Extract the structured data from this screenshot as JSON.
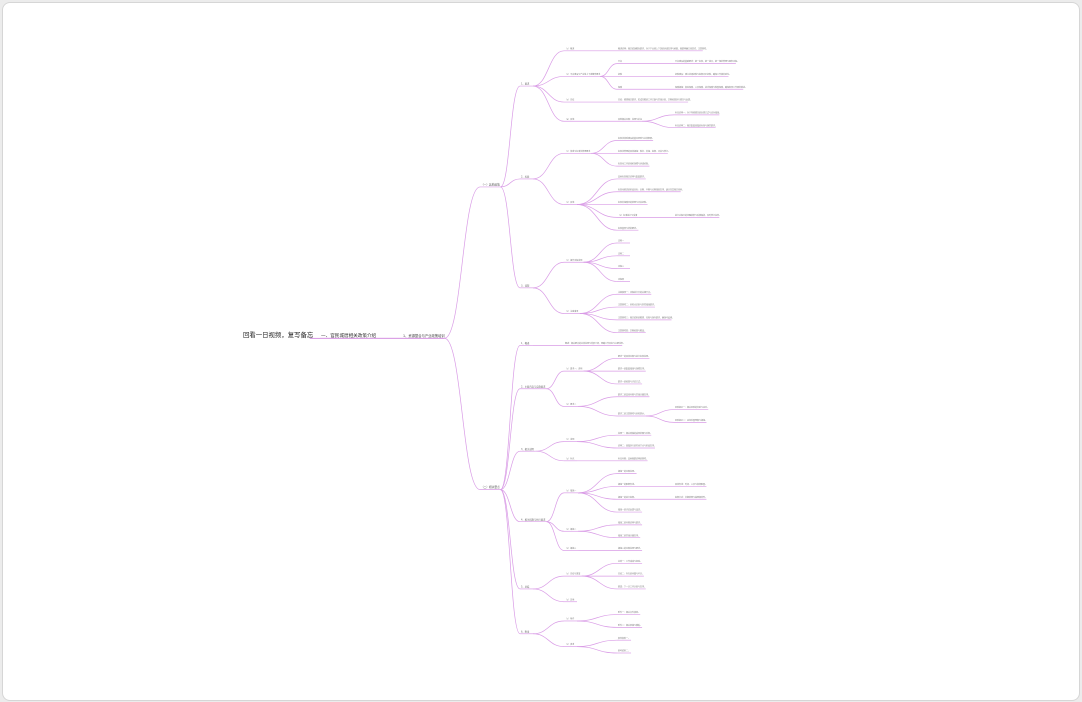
{
  "colors": {
    "line": "#c56ad8",
    "line_light": "#d99be6",
    "text": "#333333",
    "background": "#ffffff"
  },
  "root": {
    "label": "回看一日视频，复写备忘",
    "children": [
      {
        "label": "一、官民城厝相关政策介绍",
        "children": [
          {
            "label": "1、资源整合与产业政策培训",
            "children": [
              {
                "label": "（一）其他政策",
                "children": [
                  {
                    "label": "1、要求",
                    "children": [
                      {
                        "label": "（1）概述",
                        "children": [
                          {
                            "label": "概述说明：相关资源整合要求，对于产业链上下游的协调安排与统筹，需要明确主体责任，注意事项。"
                          }
                        ]
                      },
                      {
                        "label": "（2）平台建设与产业链上下游整合要求",
                        "children": [
                          {
                            "label": "平台",
                            "children": [
                              {
                                "label": "平台建设的基础要求：统一标准，统一接口，统一规范管理与服务流程。"
                              }
                            ]
                          },
                          {
                            "label": "机制",
                            "children": [
                              {
                                "label": "机制建设：建立协调机制与监督评价机制，确保工作落实到位。"
                              }
                            ]
                          },
                          {
                            "label": "保障",
                            "children": [
                              {
                                "label": "保障措施：资金保障、人员保障、技术保障与制度保障，确保各项工作顺利推进。"
                              }
                            ]
                          }
                        ]
                      },
                      {
                        "label": "（3）总结",
                        "children": [
                          {
                            "label": "总结：梳理相关要求，形成完整的工作方案与实施计划，定期检查执行情况与反馈。"
                          }
                        ]
                      },
                      {
                        "label": "（4）其他",
                        "children": [
                          {
                            "label": "其他相关内容：说明与补充",
                            "children": [
                              {
                                "label": "补充说明一：对于特殊情况的处理方式与应对措施。"
                              },
                              {
                                "label": "补充说明二：相关配套政策的衔接与落实要求。"
                              }
                            ]
                          }
                        ]
                      }
                    ]
                  },
                  {
                    "label": "2、标准",
                    "children": [
                      {
                        "label": "（1）体系与标准化管理要求",
                        "children": [
                          {
                            "label": "标准化体系建设的基本原则与总体框架。"
                          },
                          {
                            "label": "标准化管理的具体措施：制定、实施、监督、评估与修订。"
                          },
                          {
                            "label": "标准化工作的组织保障与协调机制。"
                          }
                        ]
                      },
                      {
                        "label": "（2）其他",
                        "children": [
                          {
                            "label": "其他标准相关说明与配套要求。"
                          },
                          {
                            "label": "标准化推进的阶段目标：近期、中期与长期规划安排，逐步完善相关体系。"
                          },
                          {
                            "label": "标准实施情况的检查与评估机制。"
                          },
                          {
                            "label": "（3）标准执行与反馈",
                            "children": [
                              {
                                "label": "执行过程中的问题收集与反馈渠道，及时修订完善。"
                              }
                            ]
                          },
                          {
                            "label": "标准宣贯与培训要求。"
                          }
                        ]
                      }
                    ]
                  },
                  {
                    "label": "3、流程",
                    "children": [
                      {
                        "label": "（1）操作流程说明",
                        "children": [
                          {
                            "label": "流程一"
                          },
                          {
                            "label": "流程二"
                          },
                          {
                            "label": "流程三"
                          },
                          {
                            "label": "流程四"
                          }
                        ]
                      },
                      {
                        "label": "（2）注意事项",
                        "children": [
                          {
                            "label": "注意事项一：流程执行中的关键节点。"
                          },
                          {
                            "label": "注意事项二：风险点识别与防控措施要求。"
                          },
                          {
                            "label": "注意事项三：相关资料的整理、归档与保存要求，确保可追溯。"
                          },
                          {
                            "label": "注意事项四：定期检查与整改。"
                          }
                        ]
                      }
                    ]
                  }
                ]
              },
              {
                "label": "（二）相关要点",
                "children": [
                  {
                    "label": "1、概述",
                    "children": [
                      {
                        "label": "概述：相关要点的总体说明与背景介绍，明确工作目标与主要任务。"
                      }
                    ]
                  },
                  {
                    "label": "2、主要内容与实施要求",
                    "children": [
                      {
                        "label": "（1）要求一：说明",
                        "children": [
                          {
                            "label": "要求一的具体内容与执行标准说明。"
                          },
                          {
                            "label": "要求一的配套措施与保障安排。"
                          },
                          {
                            "label": "要求一的检查与评估方式。"
                          }
                        ]
                      },
                      {
                        "label": "（2）要求二",
                        "children": [
                          {
                            "label": "要求二的具体内容与实施步骤安排。"
                          },
                          {
                            "label": "要求二的注意事项与风险提示。",
                            "children": [
                              {
                                "label": "风险提示一：相关风险的识别与应对。"
                              },
                              {
                                "label": "风险提示二：应急处置预案与措施。"
                              }
                            ]
                          }
                        ]
                      }
                    ]
                  },
                  {
                    "label": "3、相关说明",
                    "children": [
                      {
                        "label": "（1）说明",
                        "children": [
                          {
                            "label": "说明一：相关政策的适用范围与对象。"
                          },
                          {
                            "label": "说明二：政策执行的时间节点与阶段安排。"
                          }
                        ]
                      },
                      {
                        "label": "（2）补充",
                        "children": [
                          {
                            "label": "补充内容：其他需要说明的事项。"
                          }
                        ]
                      }
                    ]
                  },
                  {
                    "label": "4、相关措施与执行要求",
                    "children": [
                      {
                        "label": "（1）措施一",
                        "children": [
                          {
                            "label": "措施一的内容说明。"
                          },
                          {
                            "label": "措施一的配套安排。",
                            "children": [
                              {
                                "label": "具体安排：时间、人员与资源配置。"
                              }
                            ]
                          },
                          {
                            "label": "措施一的执行监督。",
                            "children": [
                              {
                                "label": "监督方式：定期检查与抽查相结合。"
                              }
                            ]
                          },
                          {
                            "label": "措施一的评估反馈与改进。"
                          }
                        ]
                      },
                      {
                        "label": "（2）措施二",
                        "children": [
                          {
                            "label": "措施二的内容说明与要求。"
                          },
                          {
                            "label": "措施二的实施步骤安排。"
                          }
                        ]
                      },
                      {
                        "label": "（3）措施三",
                        "children": [
                          {
                            "label": "措施三的内容说明与要求。"
                          }
                        ]
                      }
                    ]
                  },
                  {
                    "label": "5、总结",
                    "children": [
                      {
                        "label": "（1）总结与展望",
                        "children": [
                          {
                            "label": "总结一：工作成效与经验。"
                          },
                          {
                            "label": "总结二：存在的问题与不足。"
                          },
                          {
                            "label": "展望：下一步工作计划与安排。"
                          }
                        ]
                      },
                      {
                        "label": "（2）其他"
                      }
                    ]
                  },
                  {
                    "label": "6、附录",
                    "children": [
                      {
                        "label": "（1）附件",
                        "children": [
                          {
                            "label": "附件一：相关文件清单。"
                          },
                          {
                            "label": "附件二：相关表格与模板。"
                          }
                        ]
                      },
                      {
                        "label": "（2）参考",
                        "children": [
                          {
                            "label": "参考资料一。"
                          },
                          {
                            "label": "参考资料二。"
                          }
                        ]
                      }
                    ]
                  }
                ]
              }
            ]
          }
        ]
      }
    ]
  }
}
